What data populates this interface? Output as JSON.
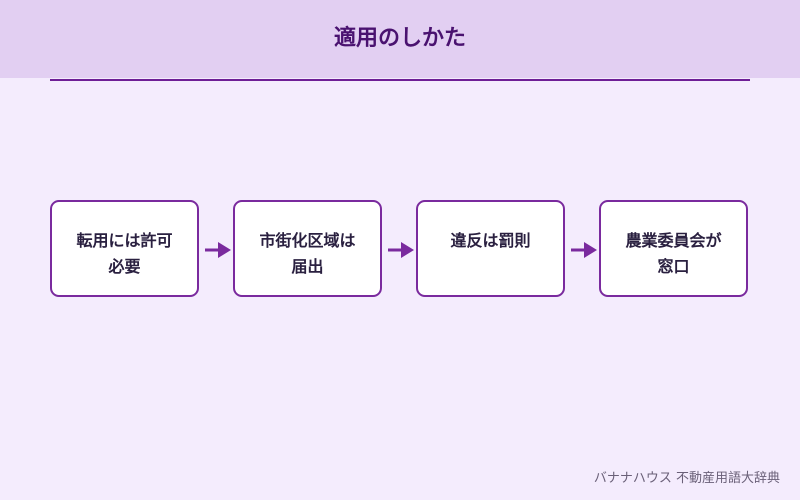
{
  "header": {
    "title": "適用のしかた"
  },
  "flow": {
    "steps": [
      {
        "label": "転用には許可\n必要"
      },
      {
        "label": "市街化区域は\n届出"
      },
      {
        "label": "違反は罰則"
      },
      {
        "label": "農業委員会が\n窓口"
      }
    ]
  },
  "footer": {
    "source": "バナナハウス 不動産用語大辞典"
  },
  "colors": {
    "header_bg": "#e2cff2",
    "page_bg": "#f4ecfd",
    "accent": "#6e1e96",
    "box_border": "#7a2a9e",
    "title_text": "#4a1270"
  }
}
